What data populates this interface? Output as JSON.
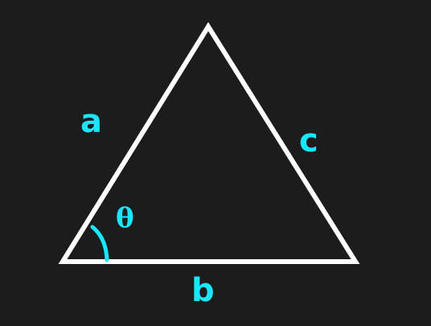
{
  "diagram": {
    "labels": {
      "side_a": "a",
      "side_b": "b",
      "side_c": "c",
      "angle": "θ"
    },
    "colors": {
      "background": "#1c1c1c",
      "triangle_stroke": "#ffffff",
      "annotation": "#19e6ff"
    }
  }
}
